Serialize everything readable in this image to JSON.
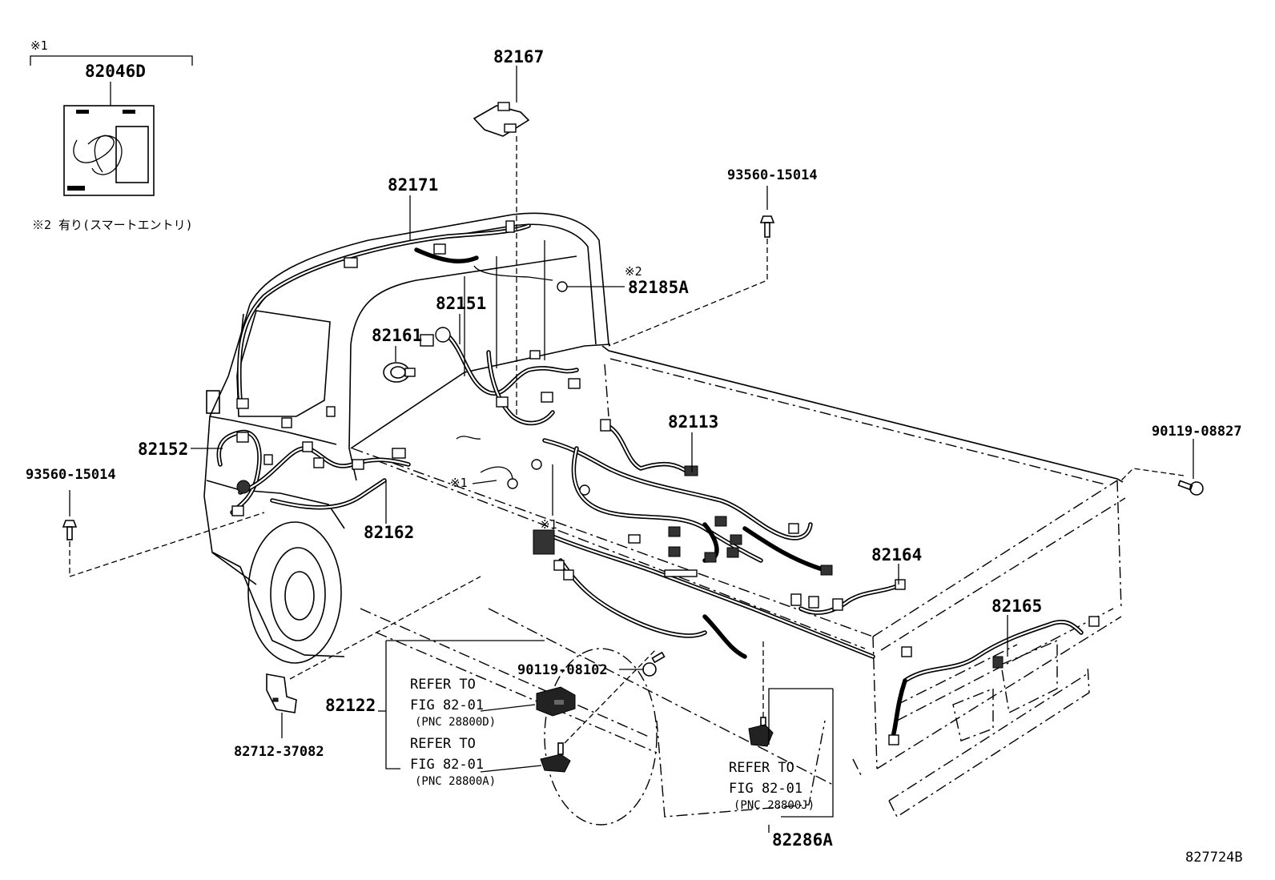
{
  "labels": {
    "p82046D": "82046D",
    "p82167": "82167",
    "p82171": "82171",
    "p93560_top": "93560-15014",
    "p82185A": "82185A",
    "p82151": "82151",
    "p82161": "82161",
    "p82113": "82113",
    "p90119_08827": "90119-08827",
    "p82152": "82152",
    "p93560_left": "93560-15014",
    "p82162": "82162",
    "p82164": "82164",
    "p82165": "82165",
    "p90119_08102": "90119-08102",
    "p82122": "82122",
    "p82712": "82712-37082",
    "p82286A": "82286A",
    "figure_id": "827724B"
  },
  "notes": {
    "mark1_top": "※1",
    "mark1_a": "※1",
    "mark1_b": "※1",
    "mark2": "※2",
    "legend2": "※2 有り(スマートエントリ)"
  },
  "references": [
    {
      "line1": "REFER TO",
      "line2": "FIG 82-01",
      "line3": "(PNC 28800D)"
    },
    {
      "line1": "REFER TO",
      "line2": "FIG 82-01",
      "line3": "(PNC 28800A)"
    },
    {
      "line1": "REFER TO",
      "line2": "FIG 82-01",
      "line3": "(PNC 28800J)"
    }
  ]
}
